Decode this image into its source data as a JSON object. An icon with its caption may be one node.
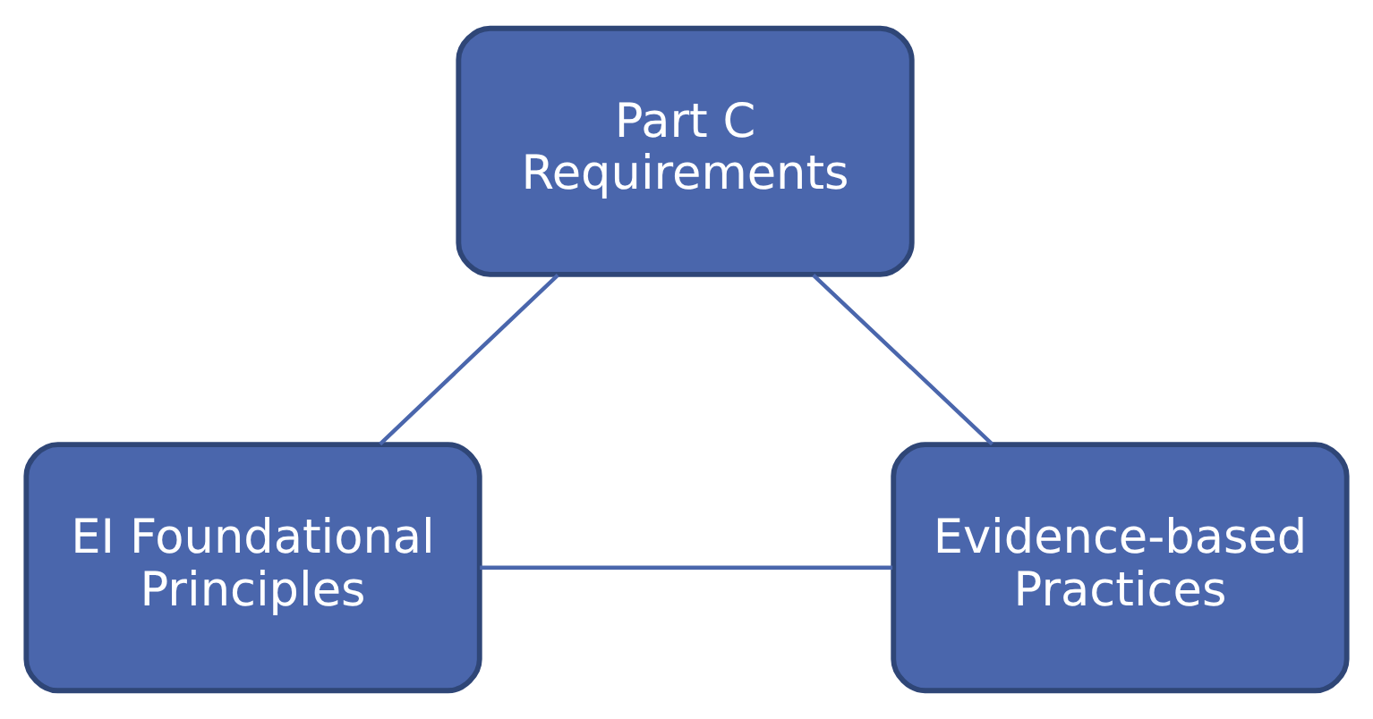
{
  "diagram": {
    "nodes": [
      {
        "text": [
          "Part C Requirements"
        ]
      },
      {
        "text": [
          "EI Foundational Principles"
        ]
      },
      {
        "text": [
          "Evidence-based Practices"
        ]
      }
    ],
    "edges": [
      {
        "from": 0,
        "to": 1,
        "arrow": "none"
      },
      {
        "from": 0,
        "to": 2,
        "arrow": "none"
      },
      {
        "from": 1,
        "to": 2,
        "arrow": "none"
      }
    ]
  }
}
